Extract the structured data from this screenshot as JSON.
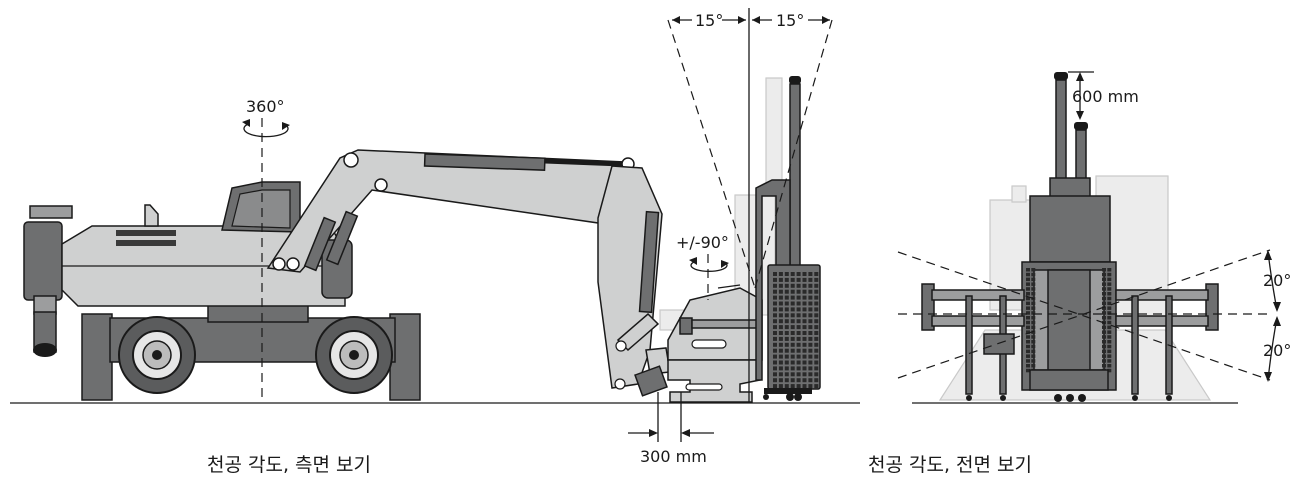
{
  "labels": {
    "rotation_angle": "360°",
    "tilt_left": "15°",
    "tilt_right": "15°",
    "mast_rotation": "+/-90°",
    "mast_offset": "300 mm",
    "feed_extension": "600 mm",
    "side_angle_up": "20°",
    "side_angle_down": "20°"
  },
  "captions": {
    "side_view": "천공 각도, 측면 보기",
    "front_view": "천공 각도, 전면 보기"
  },
  "colors": {
    "line": "#1a1a1a",
    "body": "#cfd0d0",
    "dark": "#6e6f70",
    "mid": "#9c9d9e",
    "ghost": "#ececec"
  }
}
